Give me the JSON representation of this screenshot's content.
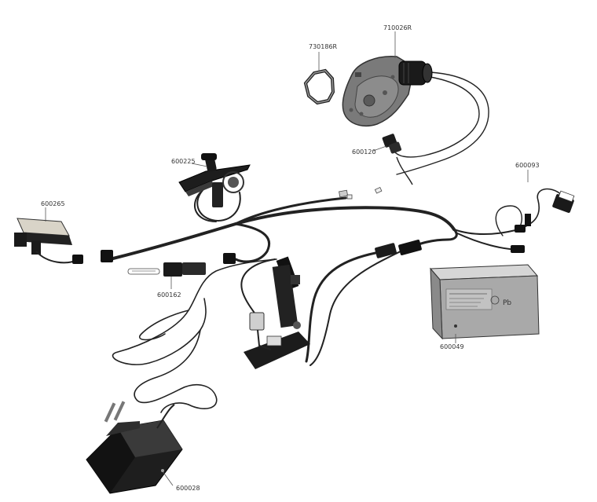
{
  "parts": [
    {
      "id": "gear-ring",
      "code": "730186R"
    },
    {
      "id": "gearbox-motor",
      "code": "710026R"
    },
    {
      "id": "motor-connector",
      "code": "600120"
    },
    {
      "id": "shift-lever",
      "code": "600225"
    },
    {
      "id": "fuse-clip",
      "code": "600093"
    },
    {
      "id": "pedal-switch",
      "code": "600265"
    },
    {
      "id": "fuse-holder",
      "code": "600162"
    },
    {
      "id": "battery",
      "code": "600049"
    },
    {
      "id": "charger",
      "code": "600028"
    }
  ],
  "battery_face": {
    "brand_mark": "Pb"
  }
}
